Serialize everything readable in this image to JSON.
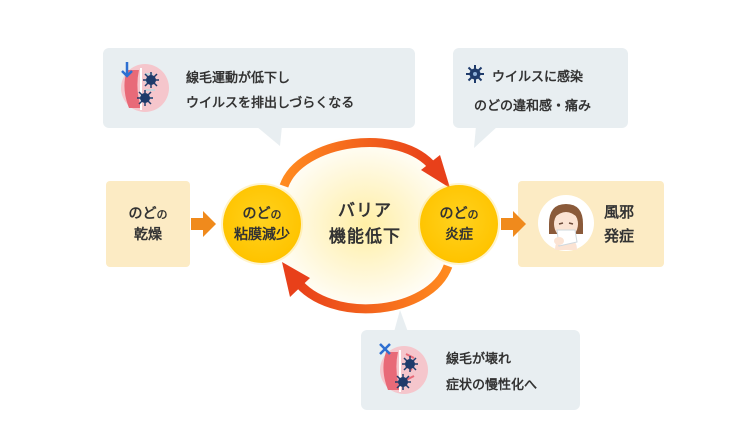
{
  "bubbles": {
    "cilia_decline": {
      "line1": "線毛運動が低下し",
      "line2": "ウイルスを排出しづらくなる"
    },
    "virus_infection": {
      "line1": "ウイルスに感染",
      "line2": "のどの違和感・痛み"
    },
    "cilia_broken": {
      "line1": "線毛が壊れ",
      "line2": "症状の慢性化へ"
    }
  },
  "boxes": {
    "dryness": {
      "line1_main": "のど",
      "line1_small": "の",
      "line2": "乾燥"
    },
    "cold": {
      "line1": "風邪",
      "line2": "発症"
    }
  },
  "circles": {
    "mucosa": {
      "line1_main": "のど",
      "line1_small": "の",
      "line2": "粘膜減少"
    },
    "inflammation": {
      "line1_main": "のど",
      "line1_small": "の",
      "line2": "炎症"
    }
  },
  "center": {
    "line1": "バリア",
    "line2": "機能低下"
  },
  "icons": {
    "virus": "virus-icon",
    "cilia_down": "cilia-down-icon",
    "cilia_broken": "cilia-broken-icon",
    "person": "sick-person-icon"
  },
  "colors": {
    "bubble": "#e8eef1",
    "box": "#fcebc4",
    "circle": "#ffc400",
    "arrow": "#f08a1c",
    "cycle_arrow": "#ee4a1a",
    "virus": "#1f3b6b"
  }
}
